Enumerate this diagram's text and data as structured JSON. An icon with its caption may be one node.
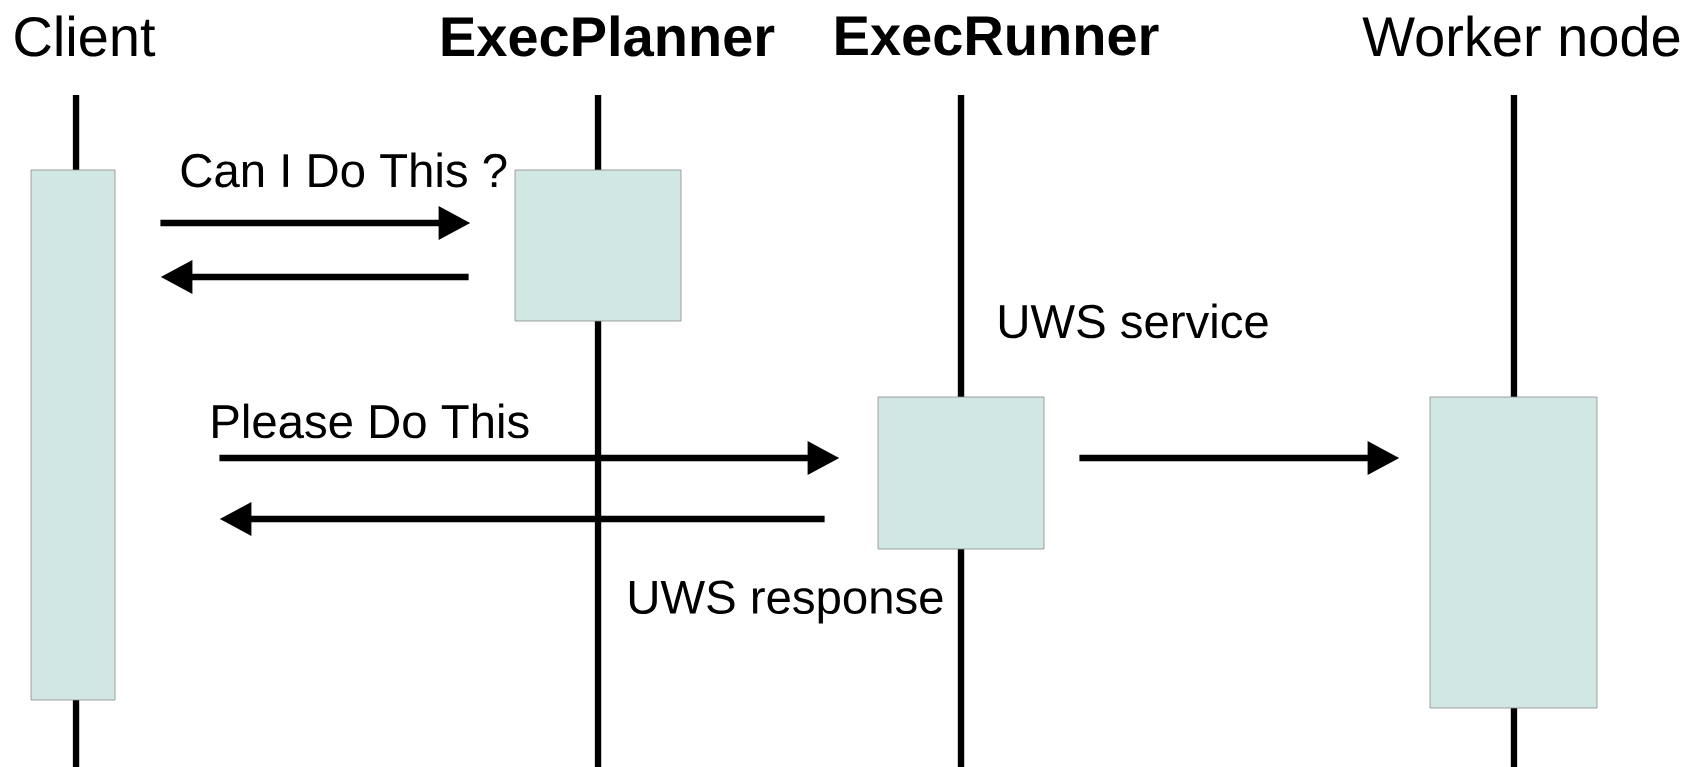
{
  "diagram": {
    "nodes": [
      {
        "text": [],
        "shape": "box"
      },
      {
        "text": [],
        "shape": "box"
      },
      {
        "text": [],
        "shape": "box",
        "beside": [
          "UWS service"
        ]
      },
      {
        "text": [],
        "shape": "box"
      }
    ],
    "edges": [
      {
        "from": 0,
        "to": 1,
        "arrow": "to",
        "label": "Can I Do This ?"
      },
      {
        "from": 1,
        "to": 0,
        "arrow": "to"
      },
      {
        "from": 0,
        "to": 2,
        "arrow": "to",
        "label": "Please Do  This"
      },
      {
        "from": 2,
        "to": 0,
        "arrow": "to",
        "label": "UWS response"
      },
      {
        "from": 2,
        "to": 3,
        "arrow": "to"
      }
    ],
    "labels": [
      "Client",
      "ExecPlanner",
      "ExecRunner",
      "Worker node"
    ]
  }
}
